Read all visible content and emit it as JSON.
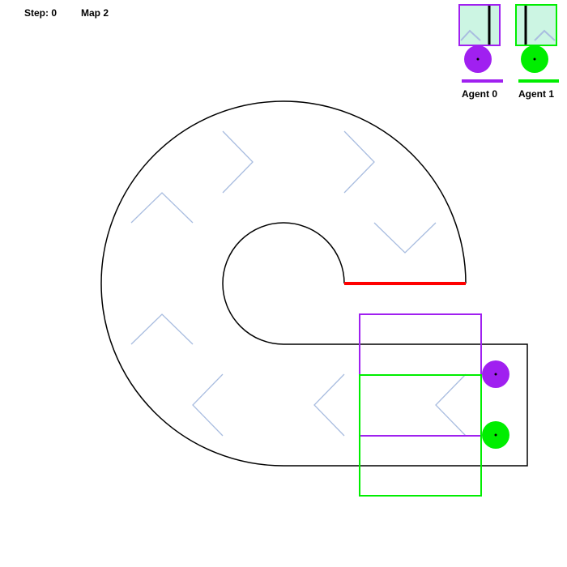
{
  "hud": {
    "step_text": "Step: 0",
    "map_text": "Map 2"
  },
  "agents": [
    {
      "label": "Agent 0",
      "color": "#a020f0",
      "view_bg": "#ccf5e3"
    },
    {
      "label": "Agent 1",
      "color": "#00ee00",
      "view_bg": "#ccf5e3"
    }
  ],
  "track": {
    "wall_color": "#000000",
    "finish_color": "#ff0000",
    "direction_marker_color": "#a9bde0",
    "direction_marker_icon": "chevron-icon"
  }
}
